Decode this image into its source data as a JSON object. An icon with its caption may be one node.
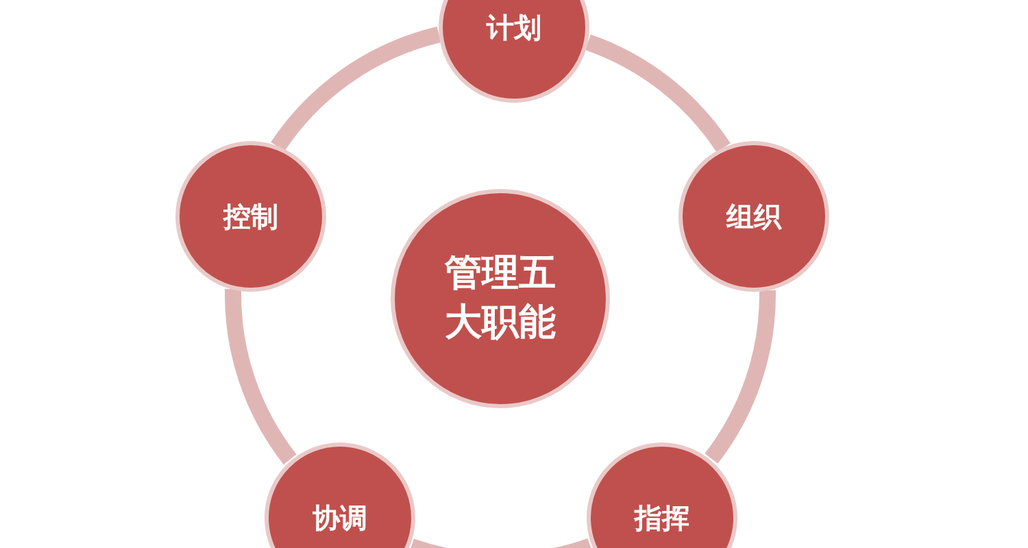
{
  "diagram": {
    "nodes": [
      {
        "text": [
          "管理五大职能"
        ]
      },
      {
        "text": [
          "计划"
        ]
      },
      {
        "text": [
          "组织"
        ]
      },
      {
        "text": [
          "指挥"
        ]
      },
      {
        "text": [
          "协调"
        ]
      },
      {
        "text": [
          "控制"
        ]
      }
    ],
    "edges": [
      {
        "from": 1,
        "to": 2,
        "arrow": "none"
      },
      {
        "from": 2,
        "to": 3,
        "arrow": "none"
      },
      {
        "from": 3,
        "to": 4,
        "arrow": "none"
      },
      {
        "from": 4,
        "to": 5,
        "arrow": "none"
      },
      {
        "from": 5,
        "to": 1,
        "arrow": "none"
      }
    ]
  }
}
